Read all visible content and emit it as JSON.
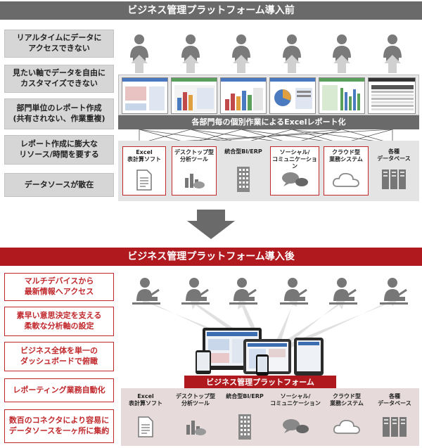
{
  "before": {
    "title": "ビジネス管理プラットフォーム導入前",
    "pain_points": [
      "リアルタイムにデータに\nアクセスできない",
      "見たい軸でデータを自由に\nカスタマイズできない",
      "部門単位のレポート作成\n(共有されない、作業重複)",
      "レポート作成に膨大な\nリソース/時間を要する",
      "データソースが散在"
    ],
    "band_label": "各部門毎の個別作業によるExcelレポート化",
    "sources": [
      {
        "label": "Excel\n表計算ソフト",
        "icon": "document-icon"
      },
      {
        "label": "デスクトップ型\n分析ツール",
        "icon": "chart-icon"
      },
      {
        "label": "統合型BI/ERP",
        "icon": "building-icon"
      },
      {
        "label": "ソーシャル/\nコミュニケーション",
        "icon": "chat-bubbles-icon"
      },
      {
        "label": "クラウド型\n業務システム",
        "icon": "cloud-icon"
      },
      {
        "label": "各種\nデータベース",
        "icon": "server-icon"
      }
    ]
  },
  "after": {
    "title": "ビジネス管理プラットフォーム導入後",
    "benefits": [
      "マルチデバイスから\n最新情報へアクセス",
      "素早い意思決定を支える\n柔軟な分析軸の設定",
      "ビジネス全体を単一の\nダッシュボードで俯瞰",
      "レポーティング業務自動化",
      "数百のコネクタにより容易に\nデータソースを一ヶ所に集約"
    ],
    "platform_label": "ビジネス管理プラットフォーム",
    "sources": [
      {
        "label": "Excel\n表計算ソフト",
        "icon": "document-icon"
      },
      {
        "label": "デスクトップ型\n分析ツール",
        "icon": "chart-icon"
      },
      {
        "label": "統合型BI/ERP",
        "icon": "building-icon"
      },
      {
        "label": "ソーシャル/\nコミュニケーション",
        "icon": "chat-bubbles-icon"
      },
      {
        "label": "クラウド型\n業務システム",
        "icon": "cloud-icon"
      },
      {
        "label": "各種\nデータベース",
        "icon": "server-icon"
      }
    ]
  },
  "colors": {
    "brand_red": "#b01a1e",
    "dark_gray": "#6a6a6a",
    "light_gray": "#d6d6d6"
  }
}
